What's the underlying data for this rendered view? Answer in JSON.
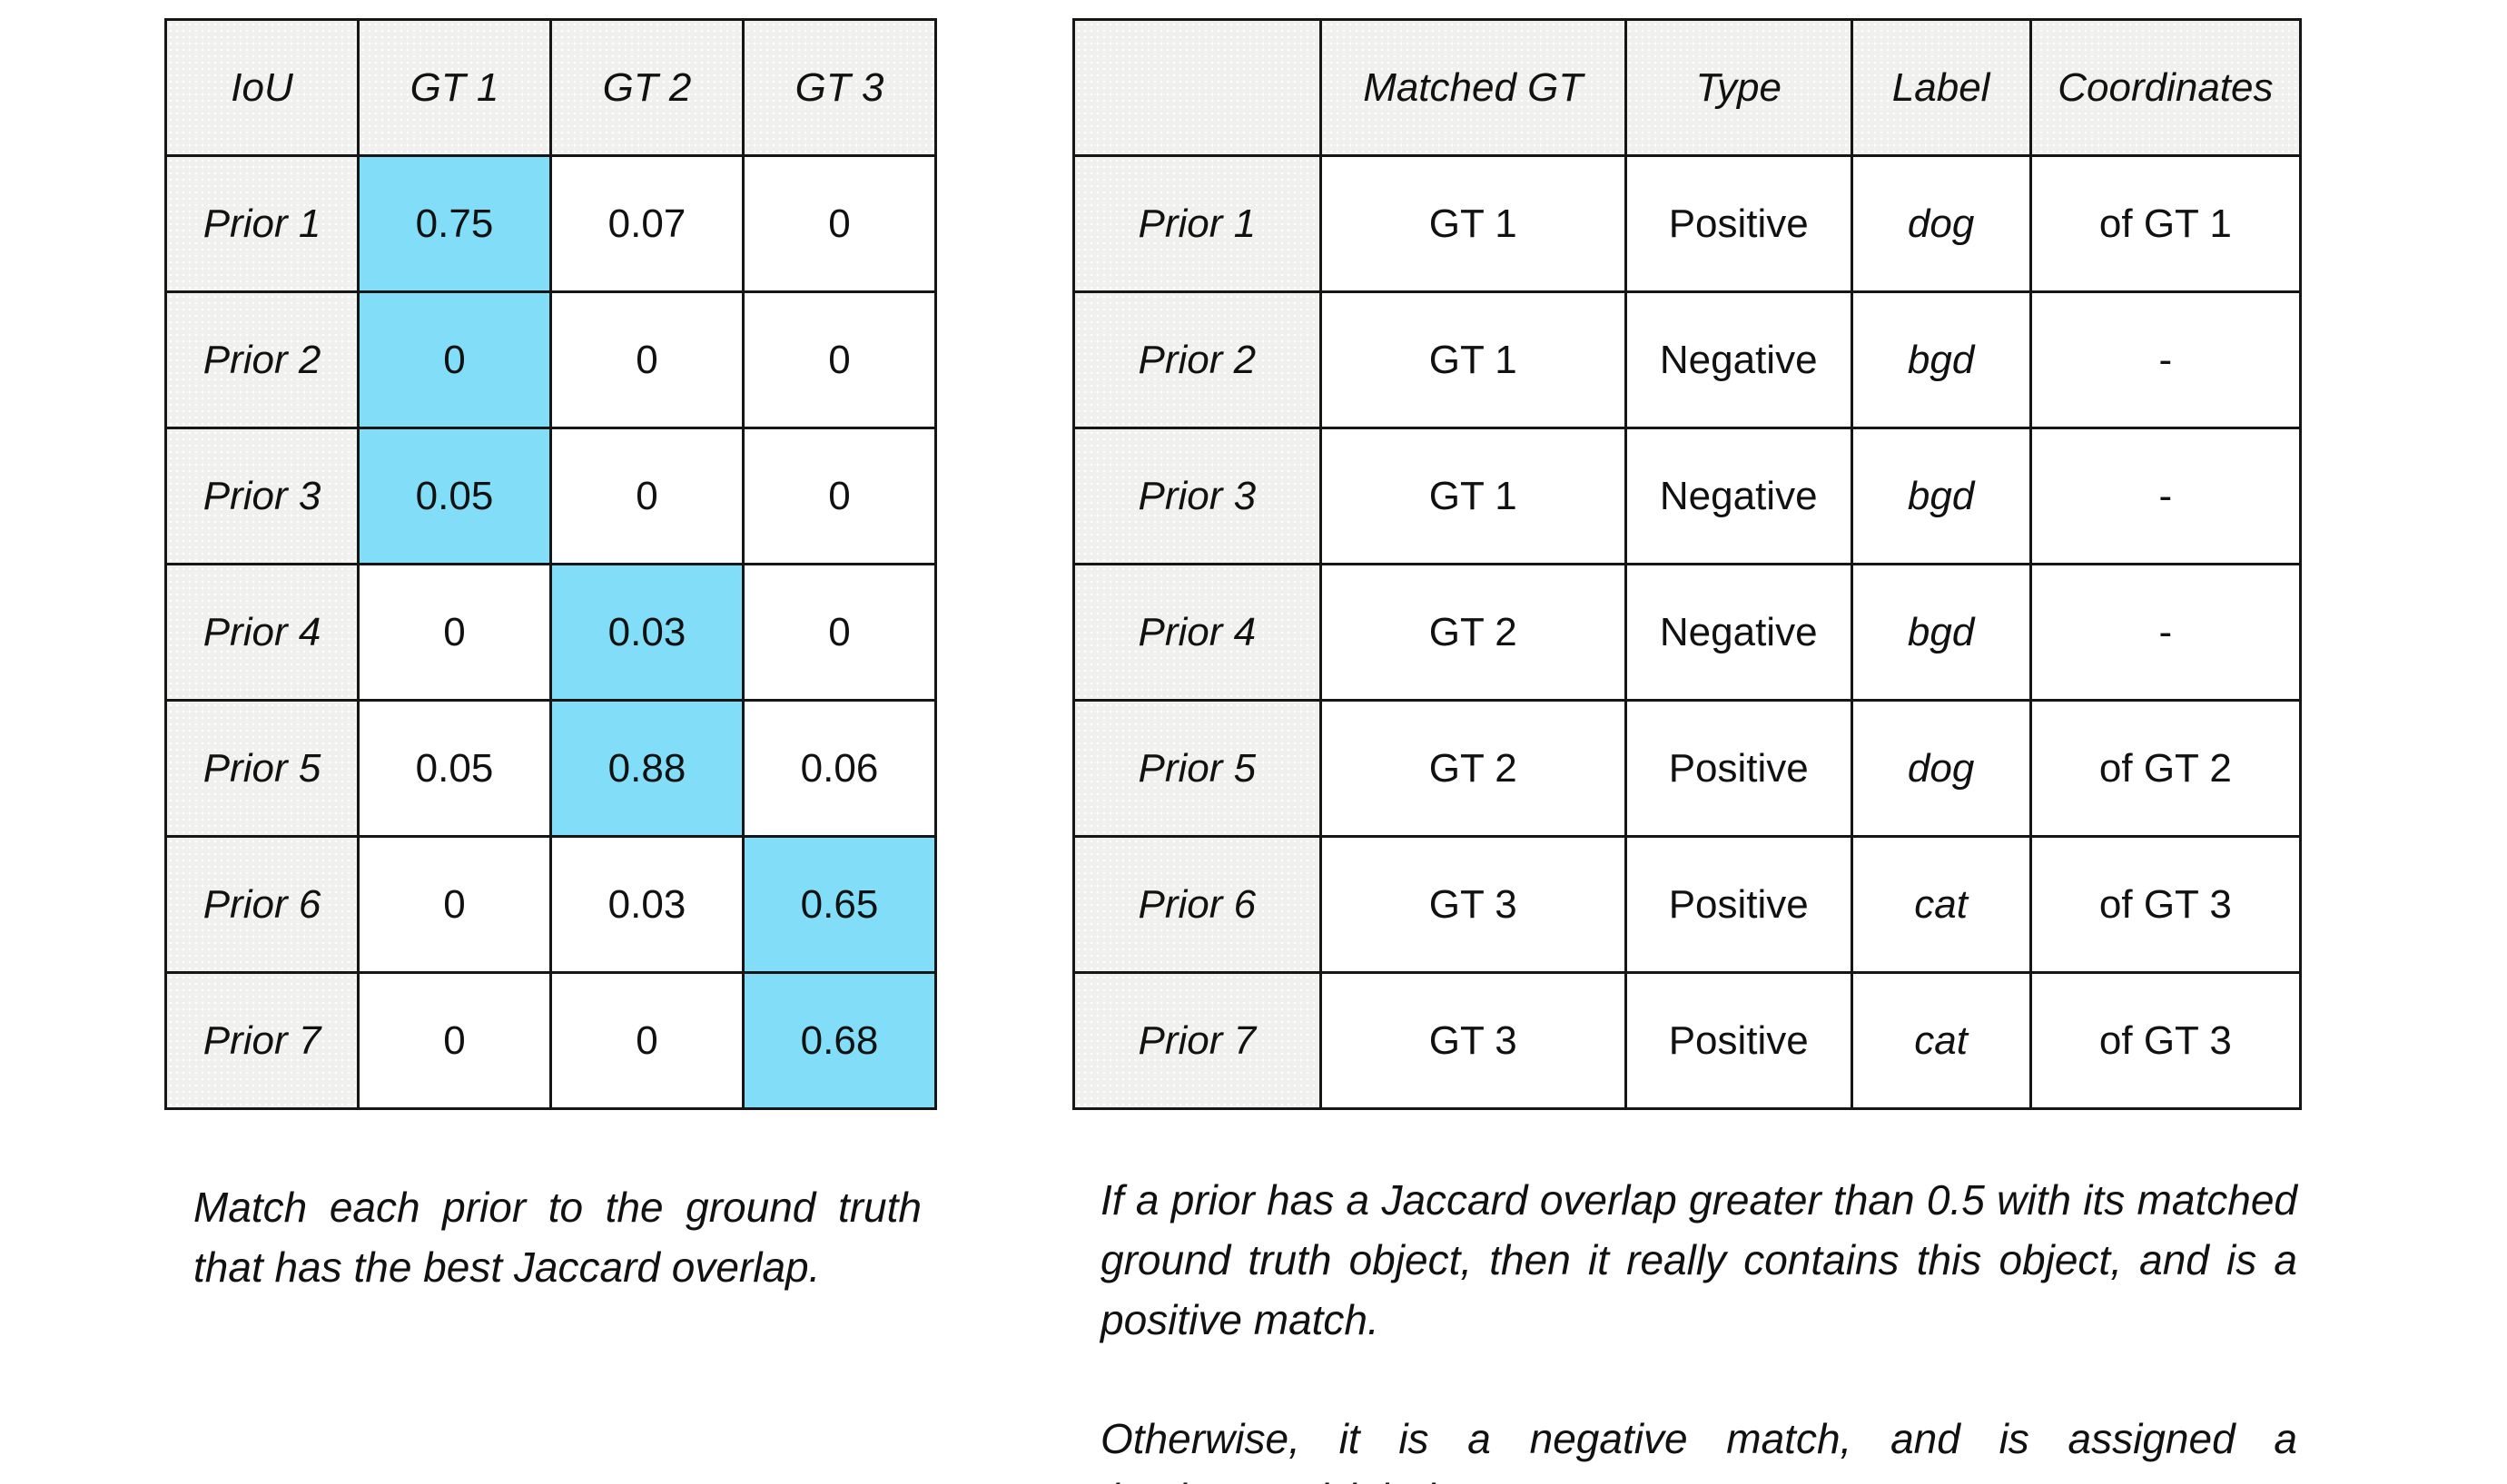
{
  "colors": {
    "highlight": "#82DEF8",
    "header-bg": "#F0F0EE",
    "border": "#161616",
    "text": "#111111"
  },
  "iou_table": {
    "columns": [
      "IoU",
      "GT 1",
      "GT 2",
      "GT 3"
    ],
    "rows": [
      {
        "label": "Prior 1",
        "values": [
          "0.75",
          "0.07",
          "0"
        ],
        "highlight_col": 0
      },
      {
        "label": "Prior 2",
        "values": [
          "0",
          "0",
          "0"
        ],
        "highlight_col": 0
      },
      {
        "label": "Prior 3",
        "values": [
          "0.05",
          "0",
          "0"
        ],
        "highlight_col": 0
      },
      {
        "label": "Prior 4",
        "values": [
          "0",
          "0.03",
          "0"
        ],
        "highlight_col": 1
      },
      {
        "label": "Prior 5",
        "values": [
          "0.05",
          "0.88",
          "0.06"
        ],
        "highlight_col": 1
      },
      {
        "label": "Prior 6",
        "values": [
          "0",
          "0.03",
          "0.65"
        ],
        "highlight_col": 2
      },
      {
        "label": "Prior 7",
        "values": [
          "0",
          "0",
          "0.68"
        ],
        "highlight_col": 2
      }
    ],
    "caption": "Match each prior to the ground truth that has the best Jaccard overlap."
  },
  "match_table": {
    "columns": [
      "",
      "Matched GT",
      "Type",
      "Label",
      "Coordinates"
    ],
    "rows": [
      {
        "label": "Prior 1",
        "matched_gt": "GT 1",
        "type": "Positive",
        "class_label": "dog",
        "coordinates": "of GT 1"
      },
      {
        "label": "Prior 2",
        "matched_gt": "GT 1",
        "type": "Negative",
        "class_label": "bgd",
        "coordinates": "-"
      },
      {
        "label": "Prior 3",
        "matched_gt": "GT 1",
        "type": "Negative",
        "class_label": "bgd",
        "coordinates": "-"
      },
      {
        "label": "Prior 4",
        "matched_gt": "GT 2",
        "type": "Negative",
        "class_label": "bgd",
        "coordinates": "-"
      },
      {
        "label": "Prior 5",
        "matched_gt": "GT 2",
        "type": "Positive",
        "class_label": "dog",
        "coordinates": "of GT 2"
      },
      {
        "label": "Prior 6",
        "matched_gt": "GT 3",
        "type": "Positive",
        "class_label": "cat",
        "coordinates": "of GT 3"
      },
      {
        "label": "Prior 7",
        "matched_gt": "GT 3",
        "type": "Positive",
        "class_label": "cat",
        "coordinates": "of GT 3"
      }
    ],
    "captions": [
      "If a prior has a Jaccard overlap greater than 0.5 with its matched ground truth object, then it really contains this object, and is a positive match.",
      "Otherwise, it is a negative match, and is assigned a ‘background’ label."
    ]
  }
}
